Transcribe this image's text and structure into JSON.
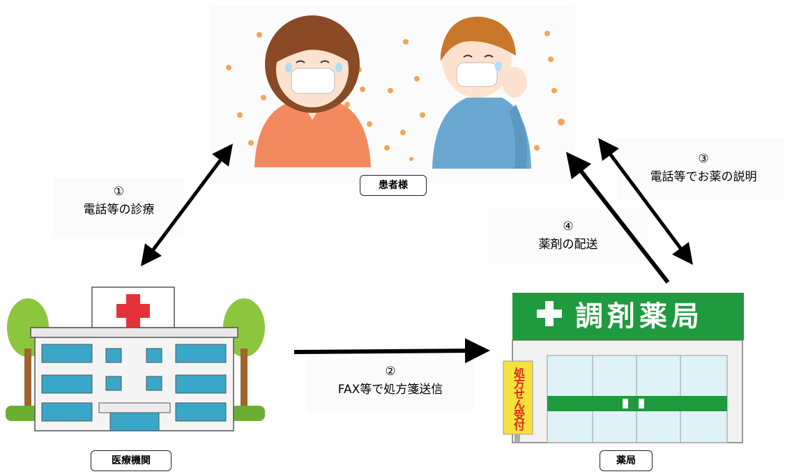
{
  "labels": {
    "patient": "患者様",
    "hospital": "医療機関",
    "pharmacy": "薬局",
    "pharmacy_sign": "調剤薬局",
    "prescription_counter": "処方せん受付"
  },
  "steps": [
    {
      "number": "①",
      "text": "電話等の診療"
    },
    {
      "number": "②",
      "text": "FAX等で処方箋送信"
    },
    {
      "number": "③",
      "text": "電話等でお薬の説明"
    },
    {
      "number": "④",
      "text": "薬剤の配送"
    }
  ],
  "colors": {
    "arrow": "#000000",
    "pharmacy_green": "#1f9a3e",
    "hospital_cross": "#e5323a",
    "woman_shirt": "#f38a5f",
    "man_shirt": "#6aa8d2",
    "tree": "#8cc63f",
    "sign_yellow": "#f5e23a"
  }
}
